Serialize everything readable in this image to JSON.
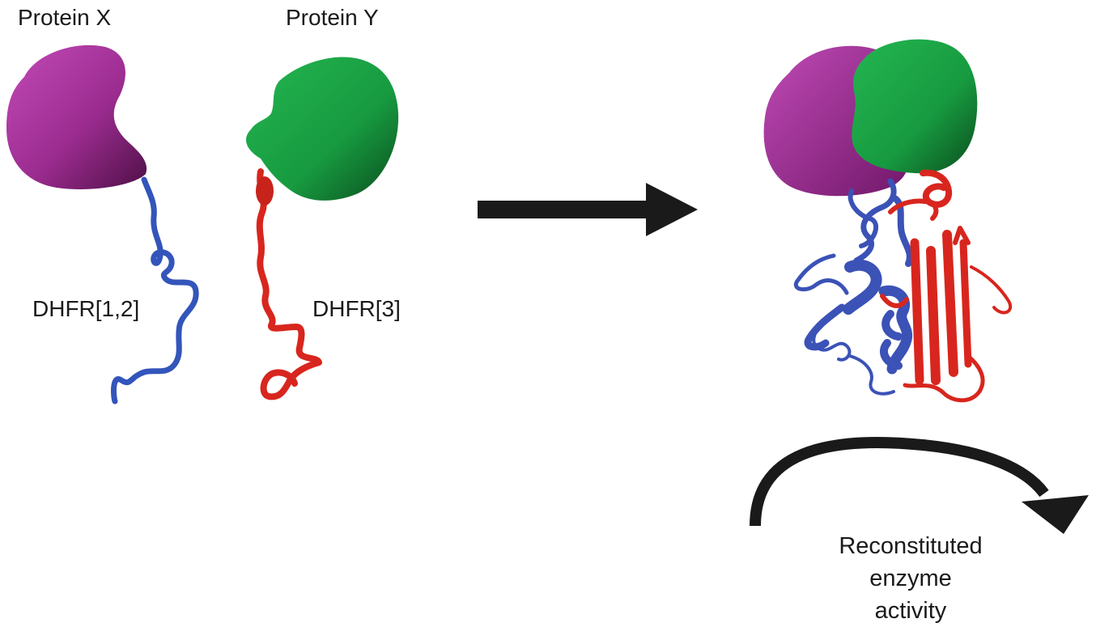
{
  "labels": {
    "protein_x": "Protein X",
    "protein_y": "Protein Y",
    "dhfr_fragment_a": "DHFR[1,2]",
    "dhfr_fragment_b": "DHFR[3]"
  },
  "caption": {
    "line1": "Reconstituted",
    "line2": "enzyme",
    "line3": "activity"
  },
  "colors": {
    "protein_x": "#b23aa6",
    "protein_x_dark": "#5e1656",
    "protein_y": "#1fa64a",
    "protein_y_dark": "#0f5a22",
    "fragment_a": "#3355bb",
    "fragment_b": "#d8261e",
    "arrow": "#1a1a1a",
    "text": "#1a1a1a"
  }
}
